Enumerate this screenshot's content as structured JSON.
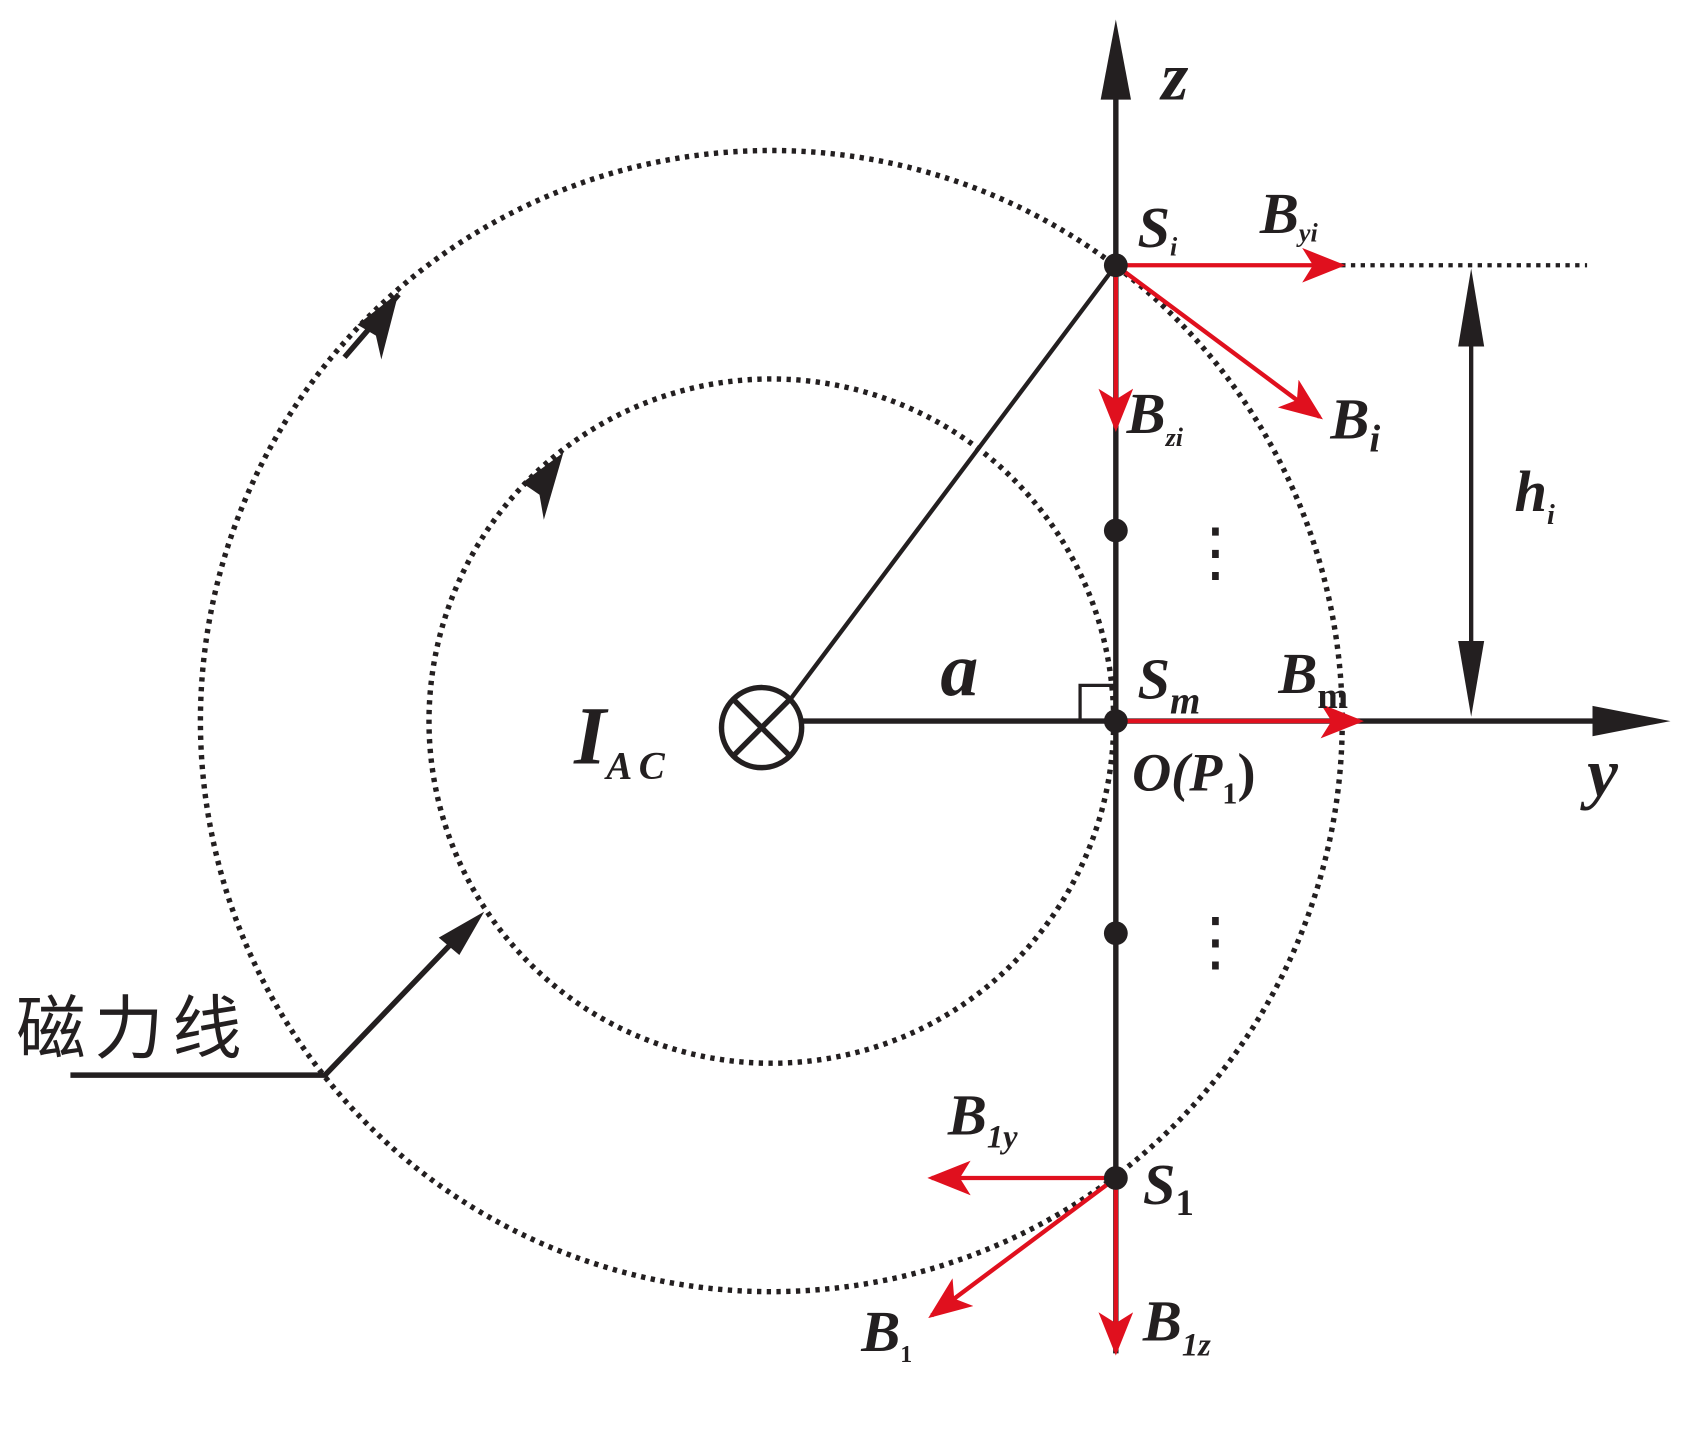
{
  "colors": {
    "ink": "#231f20",
    "vector": "#e0101e"
  },
  "axes": {
    "z": "z",
    "y": "y"
  },
  "current": {
    "main": "I",
    "sub": "AC",
    "icon": "current-into-page-icon"
  },
  "distance_label": "a",
  "height_label": {
    "main": "h",
    "sub": "i"
  },
  "points": {
    "si": {
      "main": "S",
      "sub": "i"
    },
    "sm": {
      "main": "S",
      "sub": "m"
    },
    "s1": {
      "main": "S",
      "sub": "1"
    },
    "origin": {
      "main": "O(P",
      "sub": "1",
      "close": ")"
    }
  },
  "vectors": {
    "byi": {
      "main": "B",
      "sub": "yi"
    },
    "bzi": {
      "main": "B",
      "sub": "zi"
    },
    "bi": {
      "main": "B",
      "sub": "i"
    },
    "bm": {
      "main": "B",
      "sub": "m"
    },
    "b1y": {
      "main": "B",
      "sub": "1y"
    },
    "b1z": {
      "main": "B",
      "sub": "1z"
    },
    "b1": {
      "main": "B",
      "sub": "1"
    }
  },
  "field_line_label": "磁力线",
  "ellipsis": "⋮"
}
